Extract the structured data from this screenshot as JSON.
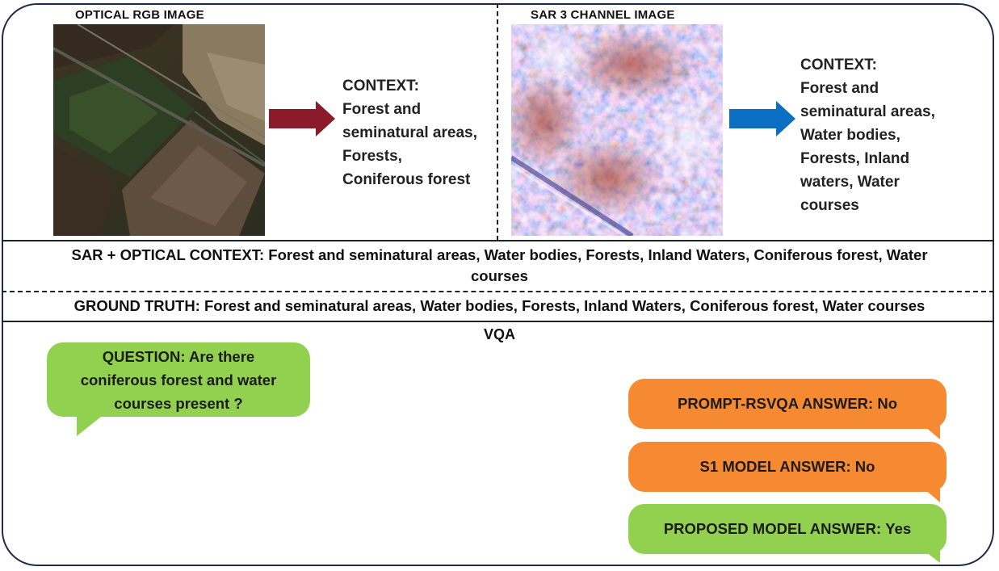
{
  "optical": {
    "title": "OPTICAL RGB IMAGE",
    "context_label": "CONTEXT:",
    "context_lines": [
      "Forest and",
      "seminatural areas,",
      "Forests,",
      "Coniferous forest"
    ]
  },
  "sar": {
    "title": "SAR 3 CHANNEL IMAGE",
    "context_label": "CONTEXT:",
    "context_lines": [
      "Forest and",
      "seminatural areas,",
      "Water bodies,",
      "Forests, Inland",
      "waters, Water",
      "courses"
    ]
  },
  "combined": {
    "label": "SAR + OPTICAL CONTEXT:",
    "line1_rest": "Forest and seminatural areas, Water bodies, Forests, Inland Waters, Coniferous forest, Water",
    "line2": "courses"
  },
  "ground_truth": {
    "label": "GROUND TRUTH:",
    "text": "Forest and seminatural areas, Water bodies, Forests, Inland Waters, Coniferous forest, Water courses"
  },
  "vqa": {
    "title": "VQA",
    "question_lines": [
      "QUESTION: Are there",
      "coniferous forest and water",
      "courses present ?"
    ],
    "answers": [
      {
        "label": "PROMPT-RSVQA ANSWER:",
        "value": "No"
      },
      {
        "label": "S1 MODEL ANSWER:",
        "value": "No"
      },
      {
        "label": "PROPOSED MODEL ANSWER:",
        "value": "Yes"
      }
    ]
  },
  "colors": {
    "optical_arrow": "#8b1a2b",
    "sar_arrow": "#0a6fc2",
    "green_bubble": "#92d050",
    "orange_bubble": "#f58a32"
  }
}
